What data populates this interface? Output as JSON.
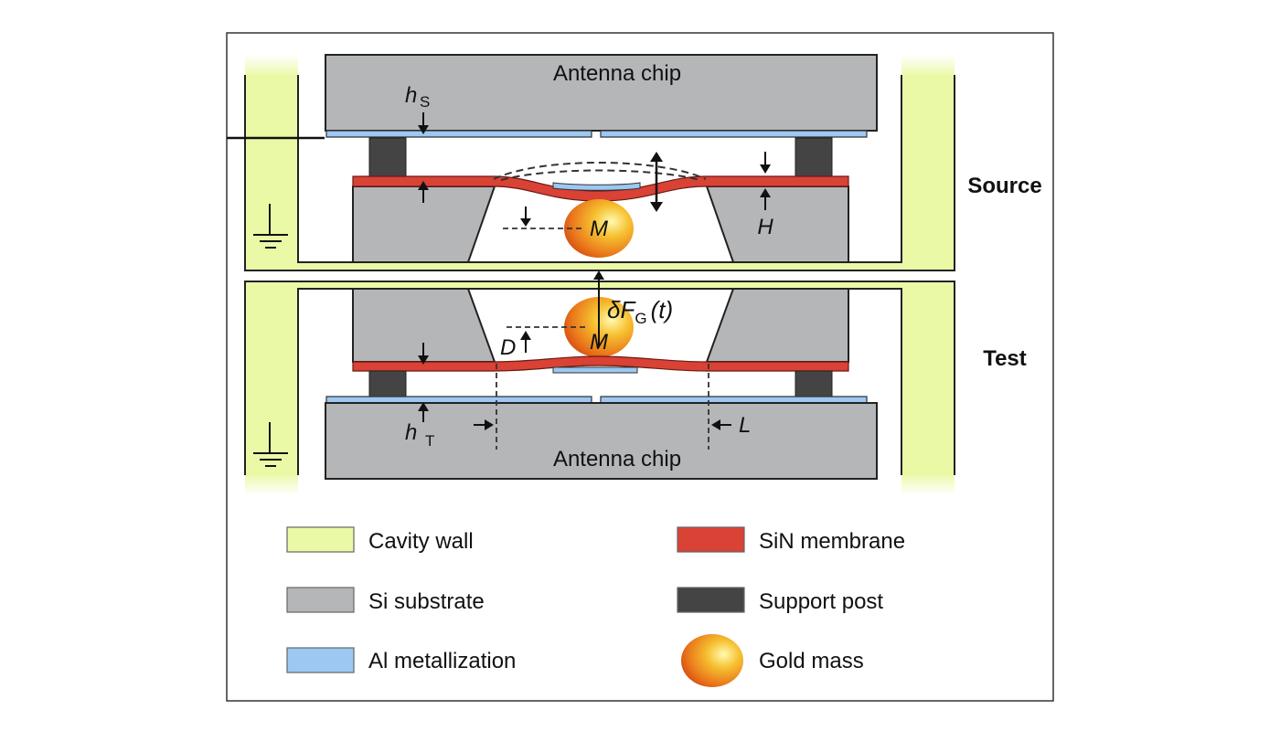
{
  "figure": {
    "labels": {
      "antenna_chip_top": "Antenna chip",
      "antenna_chip_bottom": "Antenna chip",
      "source": "Source",
      "test": "Test",
      "h_s_main": "h",
      "h_s_sub": "S",
      "h_t_main": "h",
      "h_t_sub": "T",
      "H": "H",
      "L": "L",
      "D": "D",
      "M_source": "M",
      "M_test": "M",
      "force_delta": "δ",
      "force_F": "F",
      "force_sub": "G",
      "force_t": "(t)"
    },
    "legend": [
      {
        "label": "Cavity wall",
        "color": "#eaf9a6",
        "shape": "rect"
      },
      {
        "label": "SiN membrane",
        "color": "#d94235",
        "shape": "rect"
      },
      {
        "label": "Si substrate",
        "color": "#b5b6b8",
        "shape": "rect"
      },
      {
        "label": "Support post",
        "color": "#444444",
        "shape": "rect"
      },
      {
        "label": "Al metallization",
        "color": "#9cc8f2",
        "shape": "rect"
      },
      {
        "label": "Gold mass",
        "color": "#f0a020",
        "shape": "ellipse"
      }
    ],
    "colors": {
      "cavity_wall": "#eaf9a6",
      "membrane": "#d94235",
      "substrate": "#b5b6b8",
      "post": "#444444",
      "metal": "#9cc8f2",
      "gold_light": "#fffbb0",
      "gold_mid": "#f4b02a",
      "gold_dark": "#d84a10"
    }
  }
}
